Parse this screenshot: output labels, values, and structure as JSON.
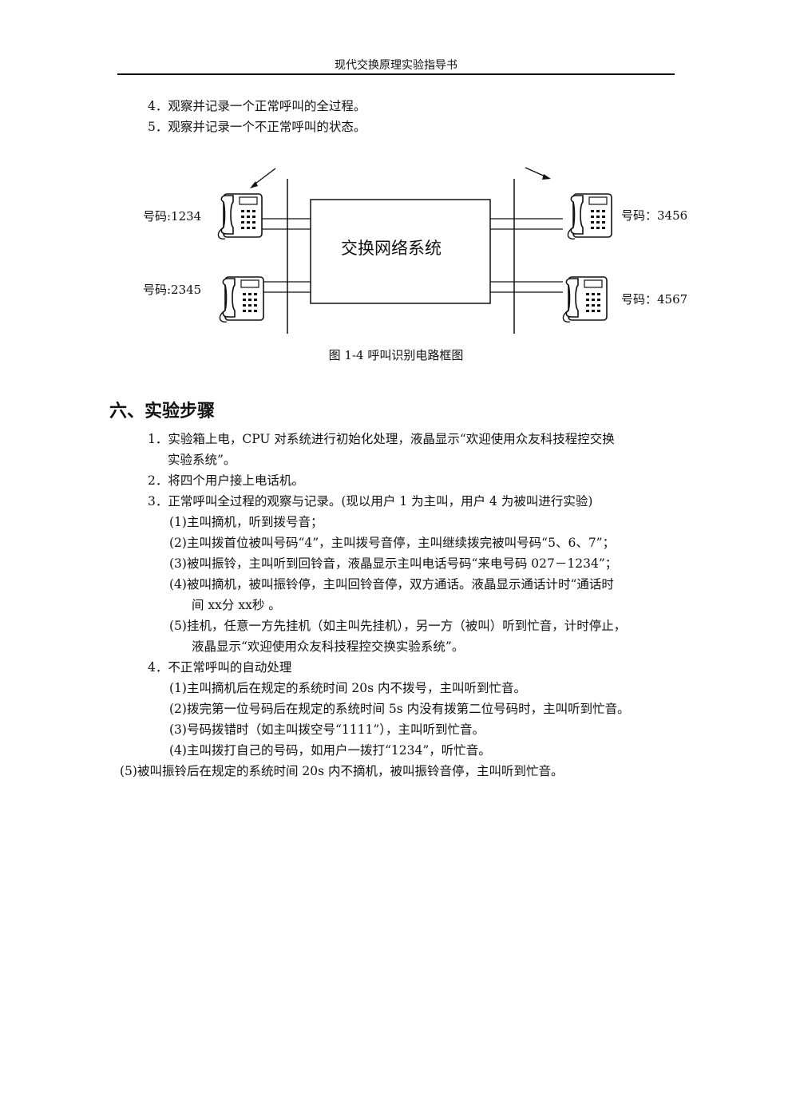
{
  "header": {
    "title": "现代交换原理实验指导书"
  },
  "intro_items": [
    "4．观察并记录一个正常呼叫的全过程。",
    "5．观察并记录一个不正常呼叫的状态。"
  ],
  "diagram": {
    "box_label": "交换网络系统",
    "phones": [
      {
        "label": "号码:1234"
      },
      {
        "label": "号码:2345"
      },
      {
        "label": "号码：3456"
      },
      {
        "label": "号码：4567"
      }
    ],
    "caption": "图 1-4 呼叫识别电路框图"
  },
  "section": {
    "heading": "六、实验步骤",
    "lines": [
      "1．实验箱上电，CPU 对系统进行初始化处理，液晶显示“欢迎使用众友科技程控交换",
      "实验系统”。",
      "2．将四个用户接上电话机。",
      "3．正常呼叫全过程的观察与记录。(现以用户 1 为主叫，用户 4 为被叫进行实验)",
      "(1)主叫摘机，听到拨号音；",
      "(2)主叫拨首位被叫号码“4”，主叫拨号音停，主叫继续拨完被叫号码“5、6、7”；",
      "(3)被叫振铃，主叫听到回铃音，液晶显示主叫电话号码“来电号码 027－1234”；",
      "(4)被叫摘机，被叫振铃停，主叫回铃音停，双方通话。液晶显示通话计时“通话时",
      "间 xx分 xx秒 。",
      "(5)挂机，任意一方先挂机（如主叫先挂机），另一方（被叫）听到忙音，计时停止，",
      "液晶显示“欢迎使用众友科技程控交换实验系统”。",
      "4．不正常呼叫的自动处理",
      "(1)主叫摘机后在规定的系统时间 20s 内不拨号，主叫听到忙音。",
      "(2)拨完第一位号码后在规定的系统时间 5s 内没有拨第二位号码时，主叫听到忙音。",
      "(3)号码拨错时（如主叫拨空号“1111”），主叫听到忙音。",
      "(4)主叫拨打自己的号码，如用户一拨打“1234”，听忙音。",
      "(5)被叫振铃后在规定的系统时间 20s 内不摘机，被叫振铃音停，主叫听到忙音。"
    ]
  }
}
